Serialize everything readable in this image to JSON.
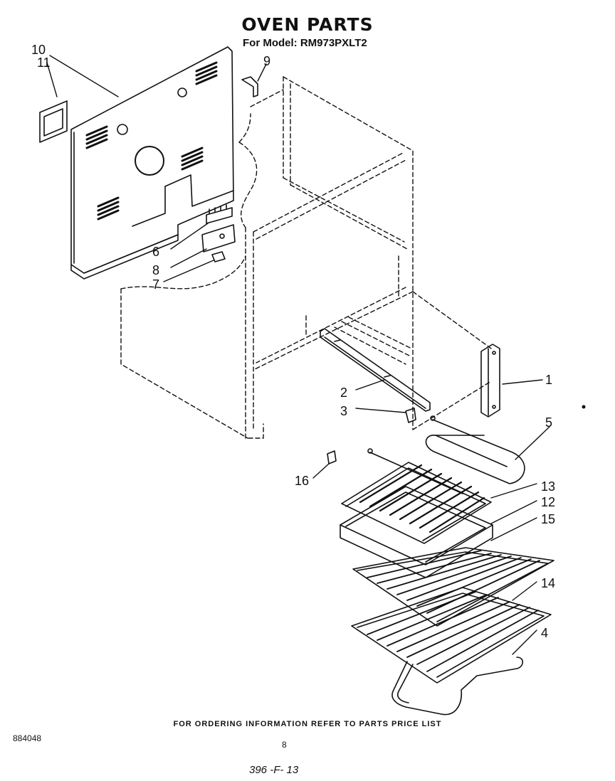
{
  "header": {
    "title": "OVEN PARTS",
    "model_line": "For Model: RM973PXLT2"
  },
  "callouts": [
    "10",
    "11",
    "9",
    "6",
    "8",
    "7",
    "1",
    "2",
    "3",
    "5",
    "16",
    "13",
    "12",
    "15",
    "14",
    "4"
  ],
  "footer": {
    "ordering_note": "FOR ORDERING INFORMATION REFER TO PARTS PRICE LIST",
    "document_id": "884048",
    "page_number": "8",
    "handwritten_code": "396 -F- 13"
  }
}
